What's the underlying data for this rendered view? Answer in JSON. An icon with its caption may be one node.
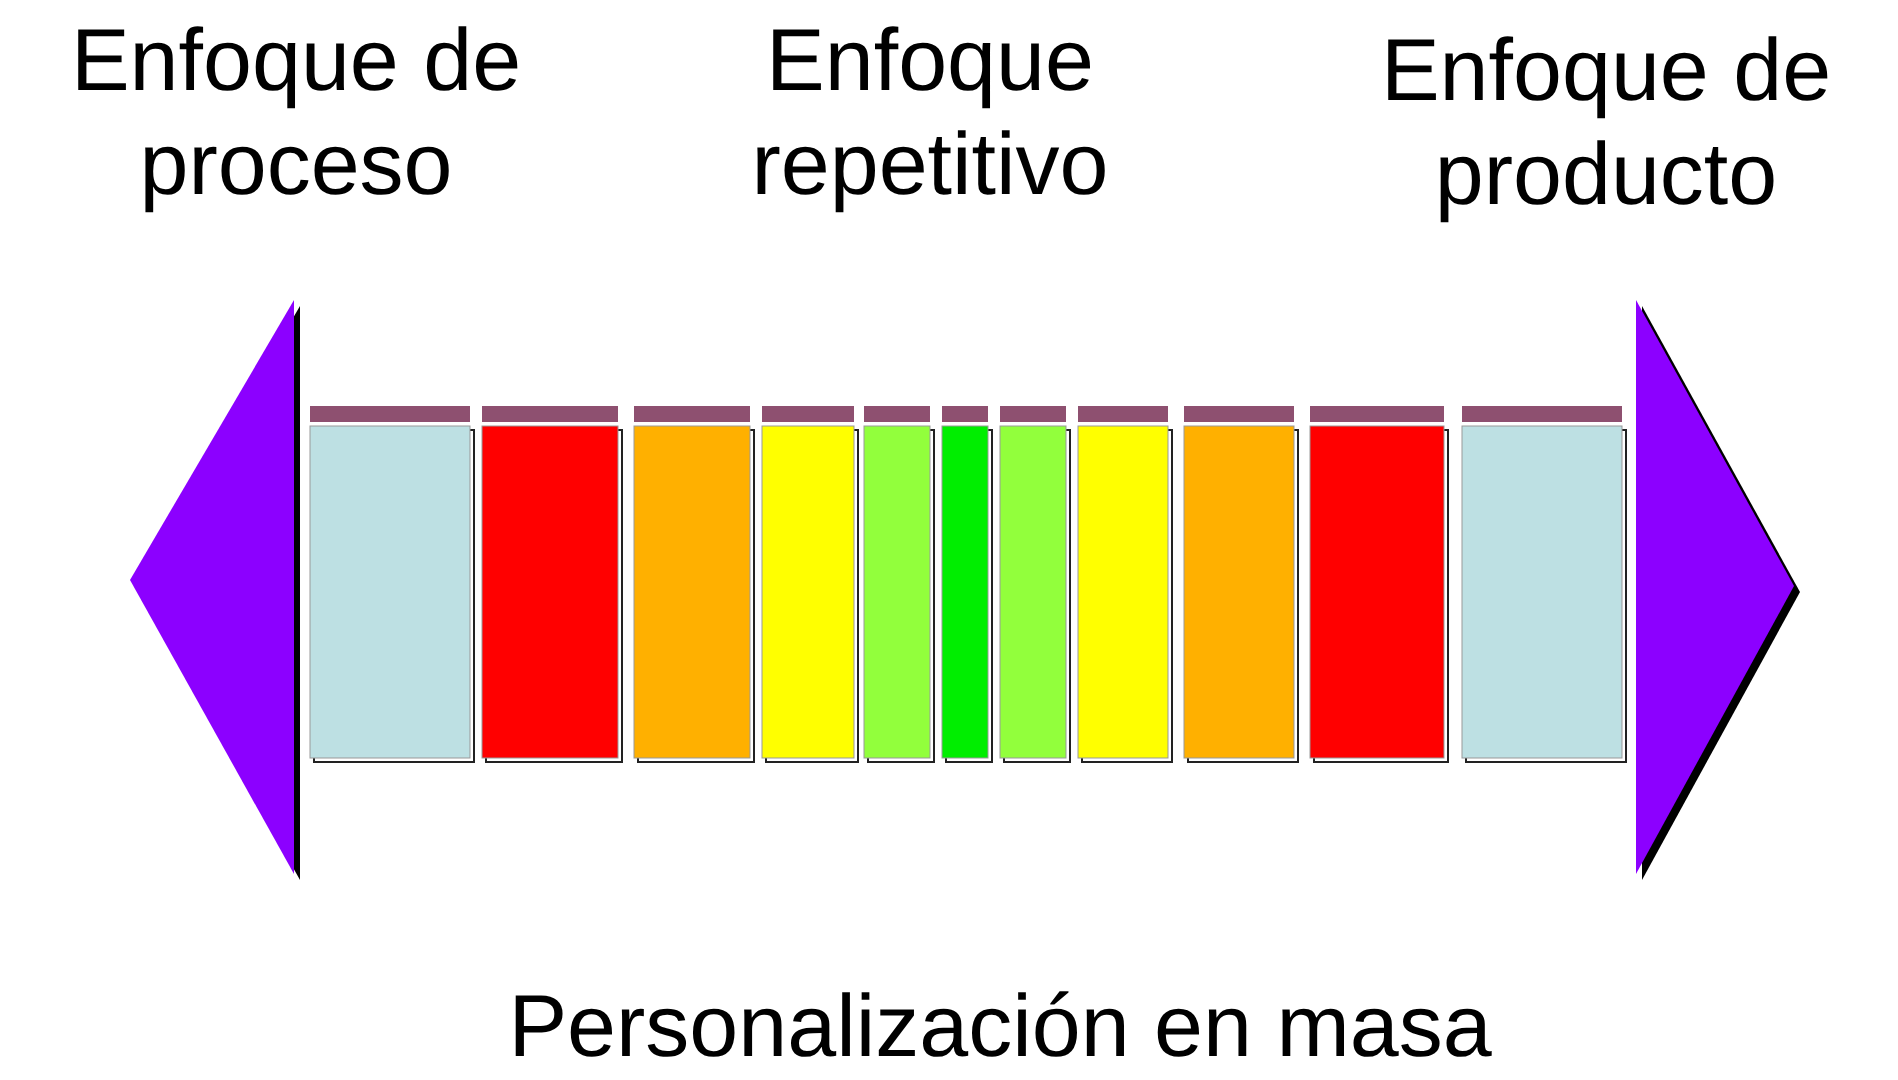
{
  "diagram": {
    "labels": [
      "Enfoque de proceso",
      "Enfoque repetitivo",
      "Enfoque de producto",
      "Personalización en masa"
    ]
  }
}
